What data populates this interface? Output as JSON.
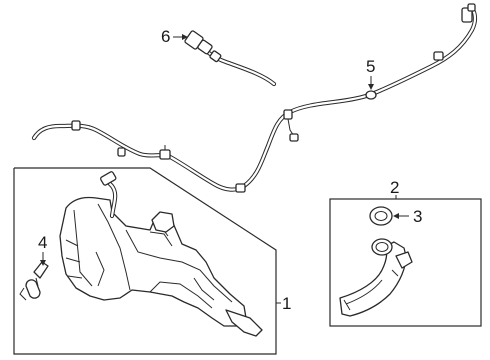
{
  "callouts": {
    "c1": "1",
    "c2": "2",
    "c3": "3",
    "c4": "4",
    "c5": "5",
    "c6": "6"
  },
  "colors": {
    "line": "#2a2a2a",
    "background": "#ffffff"
  }
}
